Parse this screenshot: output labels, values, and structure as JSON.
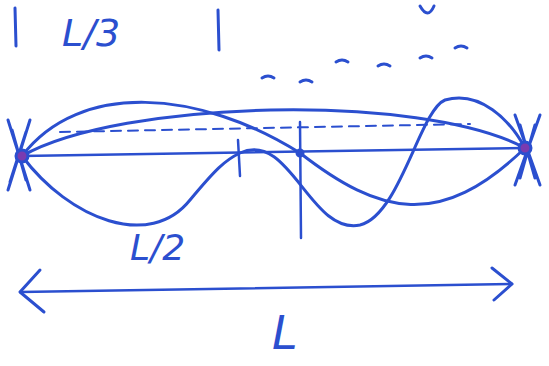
{
  "diagram": {
    "labels": [
      "L/3",
      "L/2",
      "L"
    ]
  }
}
